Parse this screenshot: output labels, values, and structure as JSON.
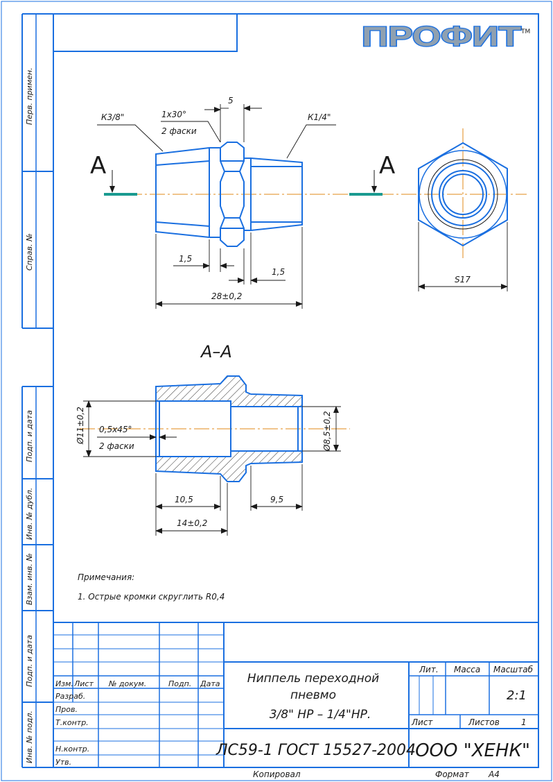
{
  "logo": {
    "text": "ПРОФИТ",
    "tm": "TM"
  },
  "left_column": {
    "perv_primen": "Перв. примен.",
    "sprav_no": "Справ. №",
    "podp_data_1": "Подп. и дата",
    "inv_dubl": "Инв. № дубл.",
    "vzam_inv": "Взам. инв. №",
    "podp_data_2": "Подп. и дата",
    "inv_podl": "Инв. № подл."
  },
  "front_view": {
    "thread_left": "К3/8\"",
    "thread_right": "К1/4\"",
    "chamfer": "1x30°",
    "chamfer_note": "2 фаски",
    "width_5": "5",
    "dim_15_left": "1,5",
    "dim_15_right": "1,5",
    "total_length": "28±0,2",
    "section_mark_left": "А",
    "section_mark_right": "А"
  },
  "side_view": {
    "hex_size": "S17"
  },
  "section": {
    "title": "А–А",
    "dia_left": "Ø11±0,2",
    "dia_right": "Ø8,5±0,2",
    "chamfer": "0,5x45°",
    "chamfer_note": "2 фаски",
    "dim_105": "10,5",
    "dim_95": "9,5",
    "dim_14": "14±0,2"
  },
  "notes": {
    "heading": "Примечания:",
    "item1": "1. Острые кромки скруглить R0,4"
  },
  "title_block": {
    "headers": [
      "Изм.",
      "Лист",
      "№ докум.",
      "Подп.",
      "Дата"
    ],
    "roles": [
      "Разраб.",
      "Пров.",
      "Т.контр.",
      "Н.контр.",
      "Утв."
    ],
    "name_line1": "Ниппель переходной",
    "name_line2": "пневмо",
    "name_line3": "3/8\" НР – 1/4\"НР.",
    "material": "ЛС59-1 ГОСТ 15527-2004",
    "lit": "Лит.",
    "mass": "Масса",
    "scale": "Масштаб",
    "scale_value": "2:1",
    "sheet": "Лист",
    "sheets": "Листов",
    "sheets_value": "1",
    "company": "ООО \"ХЕНК\""
  },
  "footer": {
    "copied": "Копировал",
    "format": "Формат",
    "format_value": "А4"
  },
  "colors": {
    "frame": "#1a6fe0",
    "part": "#1a6fe0",
    "axis": "#e08a1a",
    "section_mark": "#1a9a90",
    "text": "#1a1a1a"
  }
}
